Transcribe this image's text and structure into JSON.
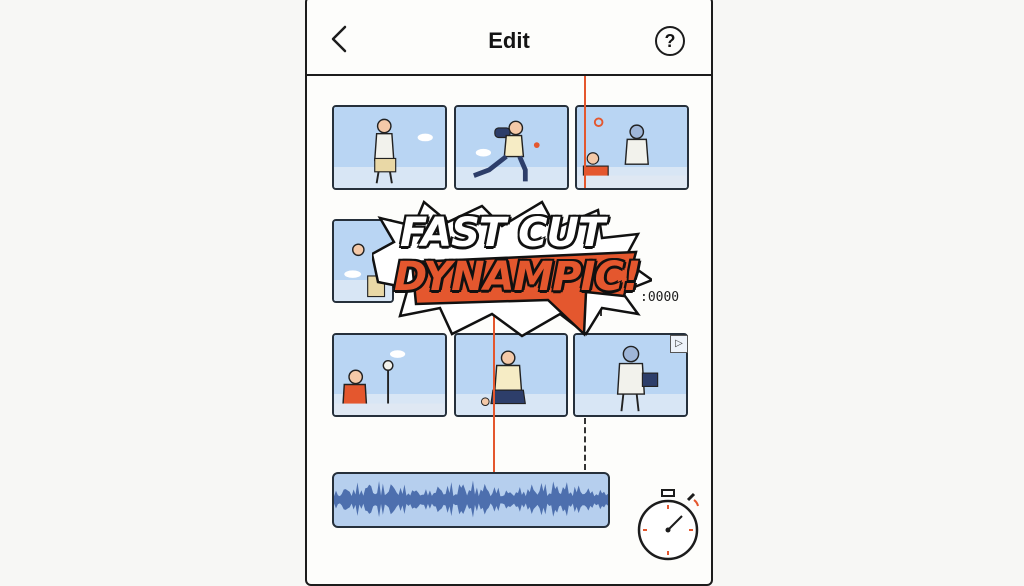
{
  "header": {
    "title": "Edit",
    "back_icon": "chevron-left-icon",
    "help_label": "?"
  },
  "banner": {
    "line1": "FAST CUT",
    "line2": "DYNAMPIC!"
  },
  "timecode": {
    "value": ":0000"
  },
  "clips": [
    {
      "name": "clip-1"
    },
    {
      "name": "clip-2"
    },
    {
      "name": "clip-3"
    },
    {
      "name": "clip-4"
    },
    {
      "name": "clip-5"
    },
    {
      "name": "clip-6"
    },
    {
      "name": "clip-7"
    }
  ],
  "audio": {
    "icon": "waveform"
  },
  "timer": {
    "icon": "stopwatch-icon"
  },
  "colors": {
    "accent": "#e4572e",
    "clip_bg": "#b9d5f3",
    "outline": "#1c1c1c"
  }
}
